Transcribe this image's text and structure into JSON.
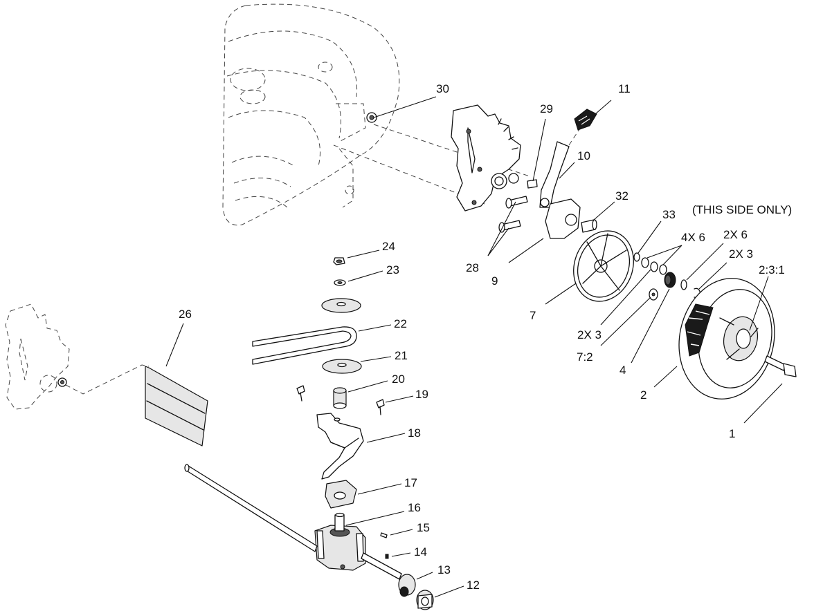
{
  "callouts": {
    "c1": "1",
    "c2": "2",
    "c4": "4",
    "c7": "7",
    "c9": "9",
    "c10": "10",
    "c11": "11",
    "c12": "12",
    "c13": "13",
    "c14": "14",
    "c15": "15",
    "c16": "16",
    "c17": "17",
    "c18": "18",
    "c19": "19",
    "c20": "20",
    "c21": "21",
    "c22": "22",
    "c23": "23",
    "c24": "24",
    "c26": "26",
    "c28": "28",
    "c29": "29",
    "c30": "30",
    "c32": "32",
    "c33": "33",
    "note_side": "(THIS SIDE ONLY)",
    "q_4x6": "4X 6",
    "q_2x6": "2X 6",
    "q_2x3_top": "2X 3",
    "q_231": "2:3:1",
    "q_2x3_bottom": "2X 3",
    "q_72": "7:2"
  }
}
